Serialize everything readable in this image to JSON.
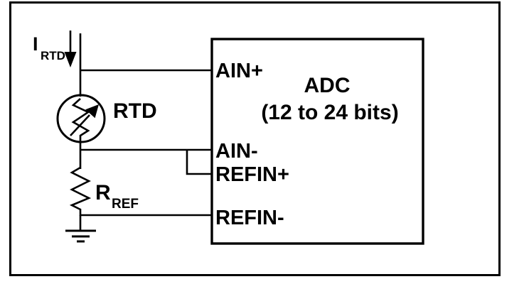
{
  "colors": {
    "ink": "#000000",
    "bg": "#ffffff"
  },
  "schematic": {
    "current_source": {
      "symbol": "I",
      "subscript": "RTD"
    },
    "sensor": {
      "label": "RTD"
    },
    "reference_resistor": {
      "symbol": "R",
      "subscript": "REF"
    },
    "adc": {
      "title": "ADC",
      "subtitle": "(12 to 24 bits)",
      "pins": {
        "ain_plus": "AIN+",
        "ain_minus": "AIN-",
        "refin_plus": "REFIN+",
        "refin_minus": "REFIN-"
      }
    }
  }
}
